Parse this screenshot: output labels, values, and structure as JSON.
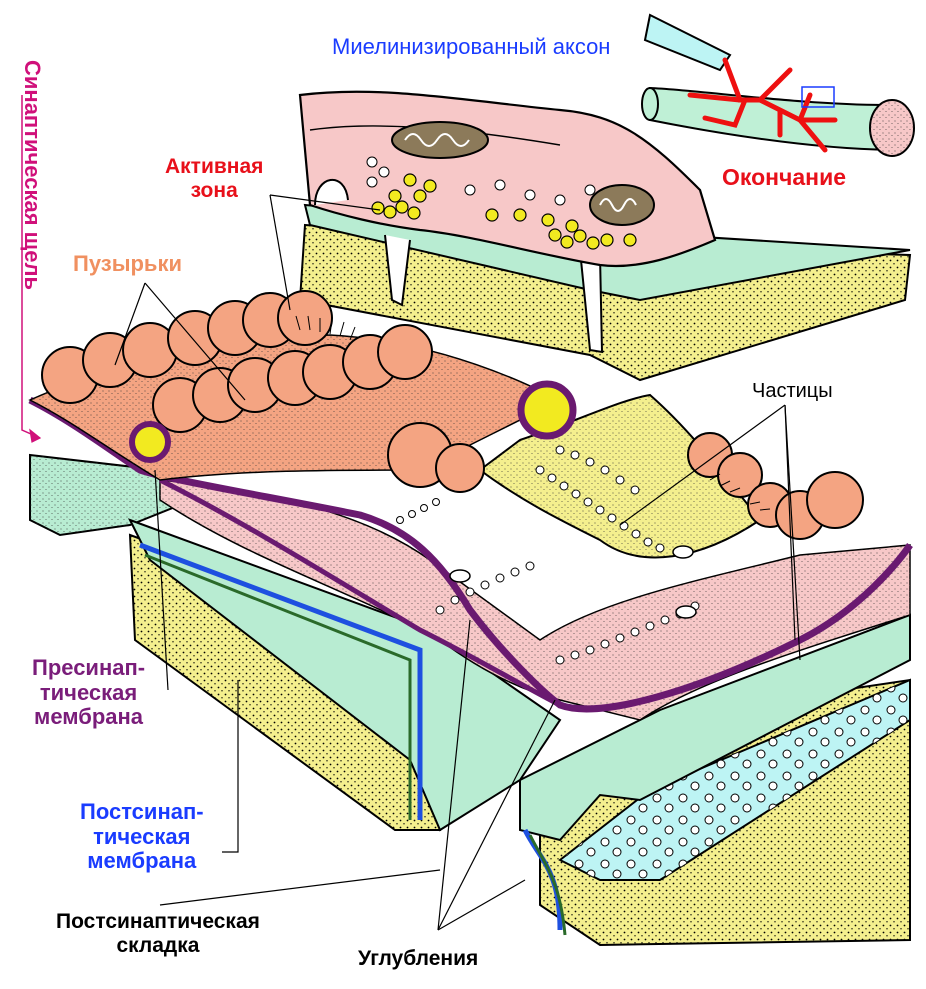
{
  "labels": {
    "myelinated_axon": "Миелинизированный аксон",
    "ending": "Окончание",
    "active_zone": [
      "Активная",
      "зона"
    ],
    "vesicles": "Пузырьки",
    "synaptic_cleft": "Синаптическая щель",
    "particles": "Частицы",
    "presynaptic_membrane": [
      "Пресинап-",
      "тическая",
      "мембрана"
    ],
    "postsynaptic_membrane": [
      "Постсинап-",
      "тическая",
      "мембрана"
    ],
    "postsynaptic_fold": [
      "Постсинаптическая",
      "складка"
    ],
    "depressions": "Углубления"
  },
  "colors": {
    "label_blue": "#1a3cff",
    "label_red": "#e8101a",
    "label_orange": "#f09060",
    "label_magenta": "#d0107a",
    "label_purple": "#7a1d7a",
    "label_black": "#000000",
    "membrane_purple": "#6a1a70",
    "vesicle": "#f4a482",
    "pink_tissue": "#f7c8c8",
    "green_tissue": "#b8ecd2",
    "yellow_tissue": "#f4ef8e",
    "cyan_tissue": "#bdf4f4",
    "postsyn_blue": "#1e50e0",
    "dark_green": "#2a6a2a",
    "axon_green": "#bff0d6",
    "branch_red": "#ee1010",
    "yellow_vesicle": "#f2ea20"
  }
}
